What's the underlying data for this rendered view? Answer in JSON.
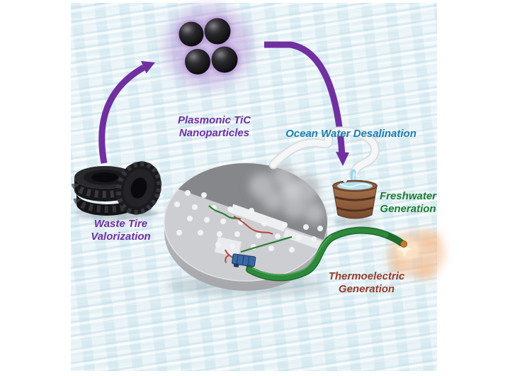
{
  "labels": {
    "plasmonic_tic": {
      "line1": "Plasmonic TiC",
      "line2": "Nanoparticles",
      "color": "#7030a0"
    },
    "ocean_water_desalination": {
      "text": "Ocean Water Desalination",
      "color": "#1c7fae"
    },
    "freshwater_generation": {
      "line1": "Freshwater",
      "line2": "Generation",
      "color": "#1d7a33"
    },
    "thermoelectric_generation": {
      "line1": "Thermoelectric",
      "line2": "Generation",
      "color": "#943b2a"
    },
    "waste_tire_valorization": {
      "line1": "Waste Tire",
      "line2": "Valorization",
      "color": "#7030a0"
    }
  },
  "colors": {
    "arrow_purple": "#7030a0",
    "ocean_background": "#edf5f8",
    "disc_top": "#cdced2",
    "disc_dark_half": "#85878a",
    "disc_rim": "#b4b5b9",
    "cable_green": "#2e8a3b",
    "bucket_wood": "#9b6a4a",
    "water_blue": "#aadcee",
    "energy_glow": "#f6c9a4",
    "nanoparticle_black": "#131316",
    "nanoparticle_halo": "#a878cc"
  },
  "illustrations": [
    "tic-nanoparticles",
    "waste-tires",
    "evaporator-disc",
    "steam-swirl",
    "wooden-bucket",
    "green-cable",
    "thermoelectric-module",
    "energy-glow",
    "arrow-tires-to-nanoparticles",
    "arrow-nanoparticles-to-ocean"
  ]
}
